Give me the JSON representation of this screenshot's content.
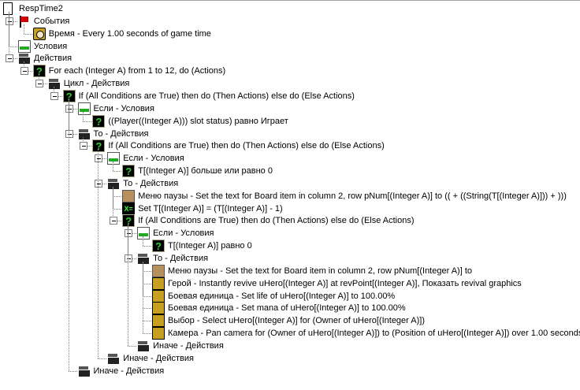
{
  "tree": [
    {
      "depth": 0,
      "icon": "document-icon",
      "cls": "i-doc",
      "label": "RespTime2"
    },
    {
      "depth": 1,
      "icon": "event-flag-icon",
      "cls": "i-flag",
      "label": "События",
      "exp": true
    },
    {
      "depth": 2,
      "icon": "clock-icon",
      "cls": "i-clock",
      "label": "Время - Every 1.00 seconds of game time"
    },
    {
      "depth": 1,
      "icon": "condition-icon",
      "cls": "i-cond",
      "label": "Условия"
    },
    {
      "depth": 1,
      "icon": "actions-clapper-icon",
      "cls": "i-act",
      "label": "Действия",
      "exp": true
    },
    {
      "depth": 2,
      "icon": "question-icon",
      "cls": "i-q",
      "label": "For each (Integer A) from 1 to 12, do (Actions)",
      "exp": true
    },
    {
      "depth": 3,
      "icon": "actions-clapper-icon",
      "cls": "i-act",
      "label": "Цикл - Действия",
      "exp": true
    },
    {
      "depth": 4,
      "icon": "question-icon",
      "cls": "i-q",
      "label": "If (All Conditions are True) then do (Then Actions) else do (Else Actions)",
      "exp": true
    },
    {
      "depth": 5,
      "icon": "condition-icon",
      "cls": "i-cond",
      "label": "Если - Условия",
      "exp": true
    },
    {
      "depth": 6,
      "icon": "question-icon",
      "cls": "i-q",
      "label": "((Player((Integer A))) slot status) равно Играет"
    },
    {
      "depth": 5,
      "icon": "actions-clapper-icon",
      "cls": "i-act",
      "label": "То - Действия",
      "exp": true
    },
    {
      "depth": 6,
      "icon": "question-icon",
      "cls": "i-q",
      "label": "If (All Conditions are True) then do (Then Actions) else do (Else Actions)",
      "exp": true
    },
    {
      "depth": 7,
      "icon": "condition-icon",
      "cls": "i-cond",
      "label": "Если - Условия",
      "exp": true
    },
    {
      "depth": 8,
      "icon": "question-icon",
      "cls": "i-q",
      "label": "T[(Integer A)] больше или равно 0"
    },
    {
      "depth": 7,
      "icon": "actions-clapper-icon",
      "cls": "i-act",
      "label": "То - Действия",
      "exp": true
    },
    {
      "depth": 8,
      "icon": "pencil-icon",
      "cls": "i-pen",
      "label": "Меню паузы - Set the text for Board item in column 2, row pNum[(Integer A)] to (( + ((String(T[(Integer A)])) + )))"
    },
    {
      "depth": 8,
      "icon": "set-variable-icon",
      "cls": "i-set",
      "label": "Set T[(Integer A)] = (T[(Integer A)] - 1)"
    },
    {
      "depth": 8,
      "icon": "question-icon",
      "cls": "i-q",
      "label": "If (All Conditions are True) then do (Then Actions) else do (Else Actions)",
      "exp": true
    },
    {
      "depth": 9,
      "icon": "condition-icon",
      "cls": "i-cond",
      "label": "Если - Условия",
      "exp": true
    },
    {
      "depth": 10,
      "icon": "question-icon",
      "cls": "i-q",
      "label": "T[(Integer A)] равно 0"
    },
    {
      "depth": 9,
      "icon": "actions-clapper-icon",
      "cls": "i-act",
      "label": "То - Действия",
      "exp": true
    },
    {
      "depth": 10,
      "icon": "pencil-icon",
      "cls": "i-pen",
      "label": "Меню паузы - Set the text for Board item in column 2, row pNum[(Integer A)] to"
    },
    {
      "depth": 10,
      "icon": "hero-icon",
      "cls": "i-hero",
      "label": "Герой - Instantly revive uHero[(Integer A)] at revPoint[(Integer A)], Показать revival graphics"
    },
    {
      "depth": 10,
      "icon": "unit-icon",
      "cls": "i-hero",
      "label": "Боевая единица - Set life of uHero[(Integer A)] to 100.00%"
    },
    {
      "depth": 10,
      "icon": "unit-icon",
      "cls": "i-hero",
      "label": "Боевая единица - Set mana of uHero[(Integer A)] to 100.00%"
    },
    {
      "depth": 10,
      "icon": "selection-icon",
      "cls": "i-hero",
      "label": "Выбор - Select uHero[(Integer A)] for (Owner of uHero[(Integer A)])"
    },
    {
      "depth": 10,
      "icon": "camera-icon",
      "cls": "i-hero",
      "label": "Камера - Pan camera for (Owner of uHero[(Integer A)]) to (Position of uHero[(Integer A)]) over 1.00 seconds"
    },
    {
      "depth": 9,
      "icon": "actions-clapper-icon",
      "cls": "i-act",
      "label": "Иначе - Действия"
    },
    {
      "depth": 7,
      "icon": "actions-clapper-icon",
      "cls": "i-act",
      "label": "Иначе - Действия"
    },
    {
      "depth": 5,
      "icon": "actions-clapper-icon",
      "cls": "i-act",
      "label": "Иначе - Действия"
    }
  ]
}
